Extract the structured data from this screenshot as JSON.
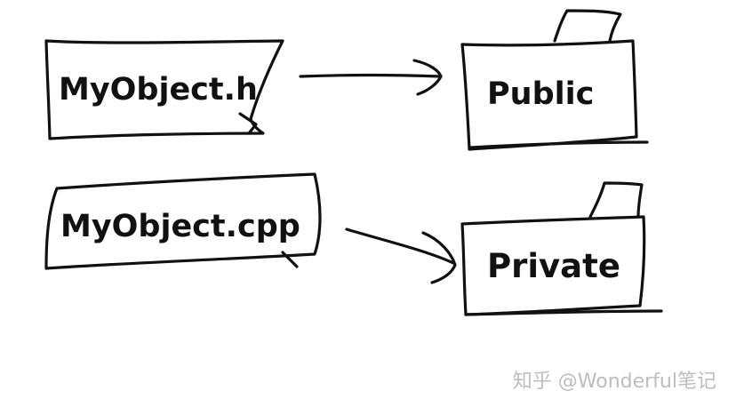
{
  "diagram": {
    "source_files": [
      {
        "id": "header",
        "label": "MyObject.h"
      },
      {
        "id": "source",
        "label": "MyObject.cpp"
      }
    ],
    "folders": [
      {
        "id": "public",
        "label": "Public"
      },
      {
        "id": "private",
        "label": "Private"
      }
    ],
    "arrows": [
      {
        "from": "MyObject.h",
        "to": "Public"
      },
      {
        "from": "MyObject.cpp",
        "to": "Private"
      }
    ]
  },
  "watermark": {
    "text": "知乎 @Wonderful笔记"
  },
  "colors": {
    "ink": "#111111",
    "background": "#ffffff",
    "watermark": "#bdbdbd"
  }
}
